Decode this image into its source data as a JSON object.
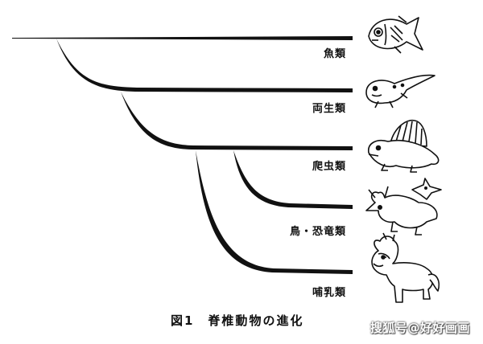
{
  "figure": {
    "caption": "図1　脊椎動物の進化"
  },
  "taxa": [
    {
      "id": "fish",
      "label": "魚類",
      "icon": "fish-icon"
    },
    {
      "id": "amphibians",
      "label": "両生類",
      "icon": "salamander-icon"
    },
    {
      "id": "reptiles",
      "label": "爬虫類",
      "icon": "dimetrodon-icon"
    },
    {
      "id": "birds",
      "label": "鳥・恐竜類",
      "icon": "triceratops-and-bird-icon"
    },
    {
      "id": "mammals",
      "label": "哺乳類",
      "icon": "horse-icon"
    }
  ],
  "watermark": {
    "text": "搜狐号@好好画画"
  },
  "colors": {
    "line": "#111111",
    "background": "#ffffff"
  }
}
